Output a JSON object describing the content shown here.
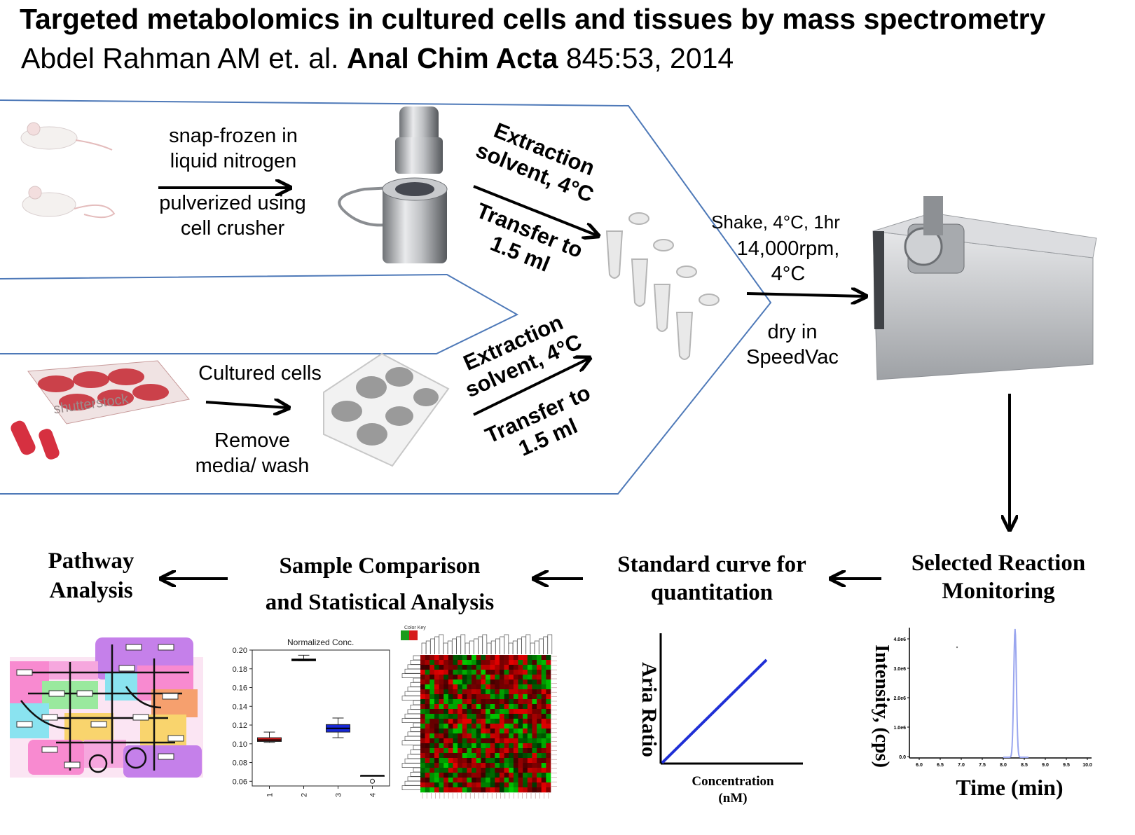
{
  "header": {
    "title": "Targeted metabolomics in cultured cells and tissues by mass spectrometry",
    "authors": "Abdel Rahman AM et. al.",
    "journal": "Anal Chim Acta",
    "ref": "845:53, 2014"
  },
  "tissue": {
    "step1_a": "snap-frozen in",
    "step1_b": "liquid nitrogen",
    "step2_a": "pulverized using",
    "step2_b": "cell crusher",
    "extract_a": "Extraction",
    "extract_b": "solvent, 4°C",
    "transfer_a": "Transfer to",
    "transfer_b": "1.5 ml"
  },
  "cells": {
    "step1": "Cultured cells",
    "step2_a": "Remove",
    "step2_b": "media/ wash",
    "extract_a": "Extraction",
    "extract_b": "solvent, 4°C",
    "transfer_a": "Transfer to",
    "transfer_b": "1.5 ml",
    "watermark": "shutterstock"
  },
  "process": {
    "shake": "Shake, 4°C, 1hr",
    "rpm": "14,000rpm,",
    "temp": "4°C",
    "dry_a": "dry in",
    "dry_b": "SpeedVac"
  },
  "analysis": {
    "srm_a": "Selected Reaction",
    "srm_b": "Monitoring",
    "std_a": "Standard curve for",
    "std_b": "quantitation",
    "sample_a": "Sample Comparison",
    "sample_b": "and Statistical Analysis",
    "pathway_a": "Pathway",
    "pathway_b": "Analysis"
  },
  "std_curve": {
    "ylabel": "Aria Ratio",
    "xlabel_a": "Concentration",
    "xlabel_b": "(nM)",
    "line_color": "#1f2fd6"
  },
  "srm_chart": {
    "ylabel": "Intensity, (cps)",
    "xlabel": "Time (min)",
    "yticks": [
      "4.0e6",
      "3.0e6",
      "2.0e6",
      "1.0e6",
      "0.0"
    ],
    "xticks": [
      "6.0",
      "6.5",
      "7.0",
      "7.5",
      "8.0",
      "8.5",
      "9.0",
      "9.5",
      "10.0"
    ],
    "peak_color": "#9aa6ef"
  },
  "chart_data": {
    "type": "box",
    "title": "Normalized Conc.",
    "categories": [
      "1",
      "2",
      "3",
      "4"
    ],
    "ylim": [
      0.055,
      0.2
    ],
    "yticks": [
      "0.20",
      "0.18",
      "0.16",
      "0.14",
      "0.12",
      "0.10",
      "0.08",
      "0.06"
    ],
    "boxes": [
      {
        "category": "1",
        "min": 0.1015,
        "q1": 0.1025,
        "median": 0.104,
        "q3": 0.1065,
        "max": 0.1125,
        "color": "#e01b1b"
      },
      {
        "category": "2",
        "min": 0.1885,
        "q1": 0.1885,
        "median": 0.1895,
        "q3": 0.1905,
        "max": 0.1945,
        "color": "#22c22a"
      },
      {
        "category": "3",
        "min": 0.1065,
        "q1": 0.1125,
        "median": 0.1165,
        "q3": 0.1205,
        "max": 0.1275,
        "color": "#1728d8"
      },
      {
        "category": "4",
        "min": 0.066,
        "q1": 0.066,
        "median": 0.066,
        "q3": 0.066,
        "max": 0.066,
        "color": "#000000"
      }
    ],
    "grid": false
  },
  "heatmap": {
    "legend_title": "Color Key"
  }
}
